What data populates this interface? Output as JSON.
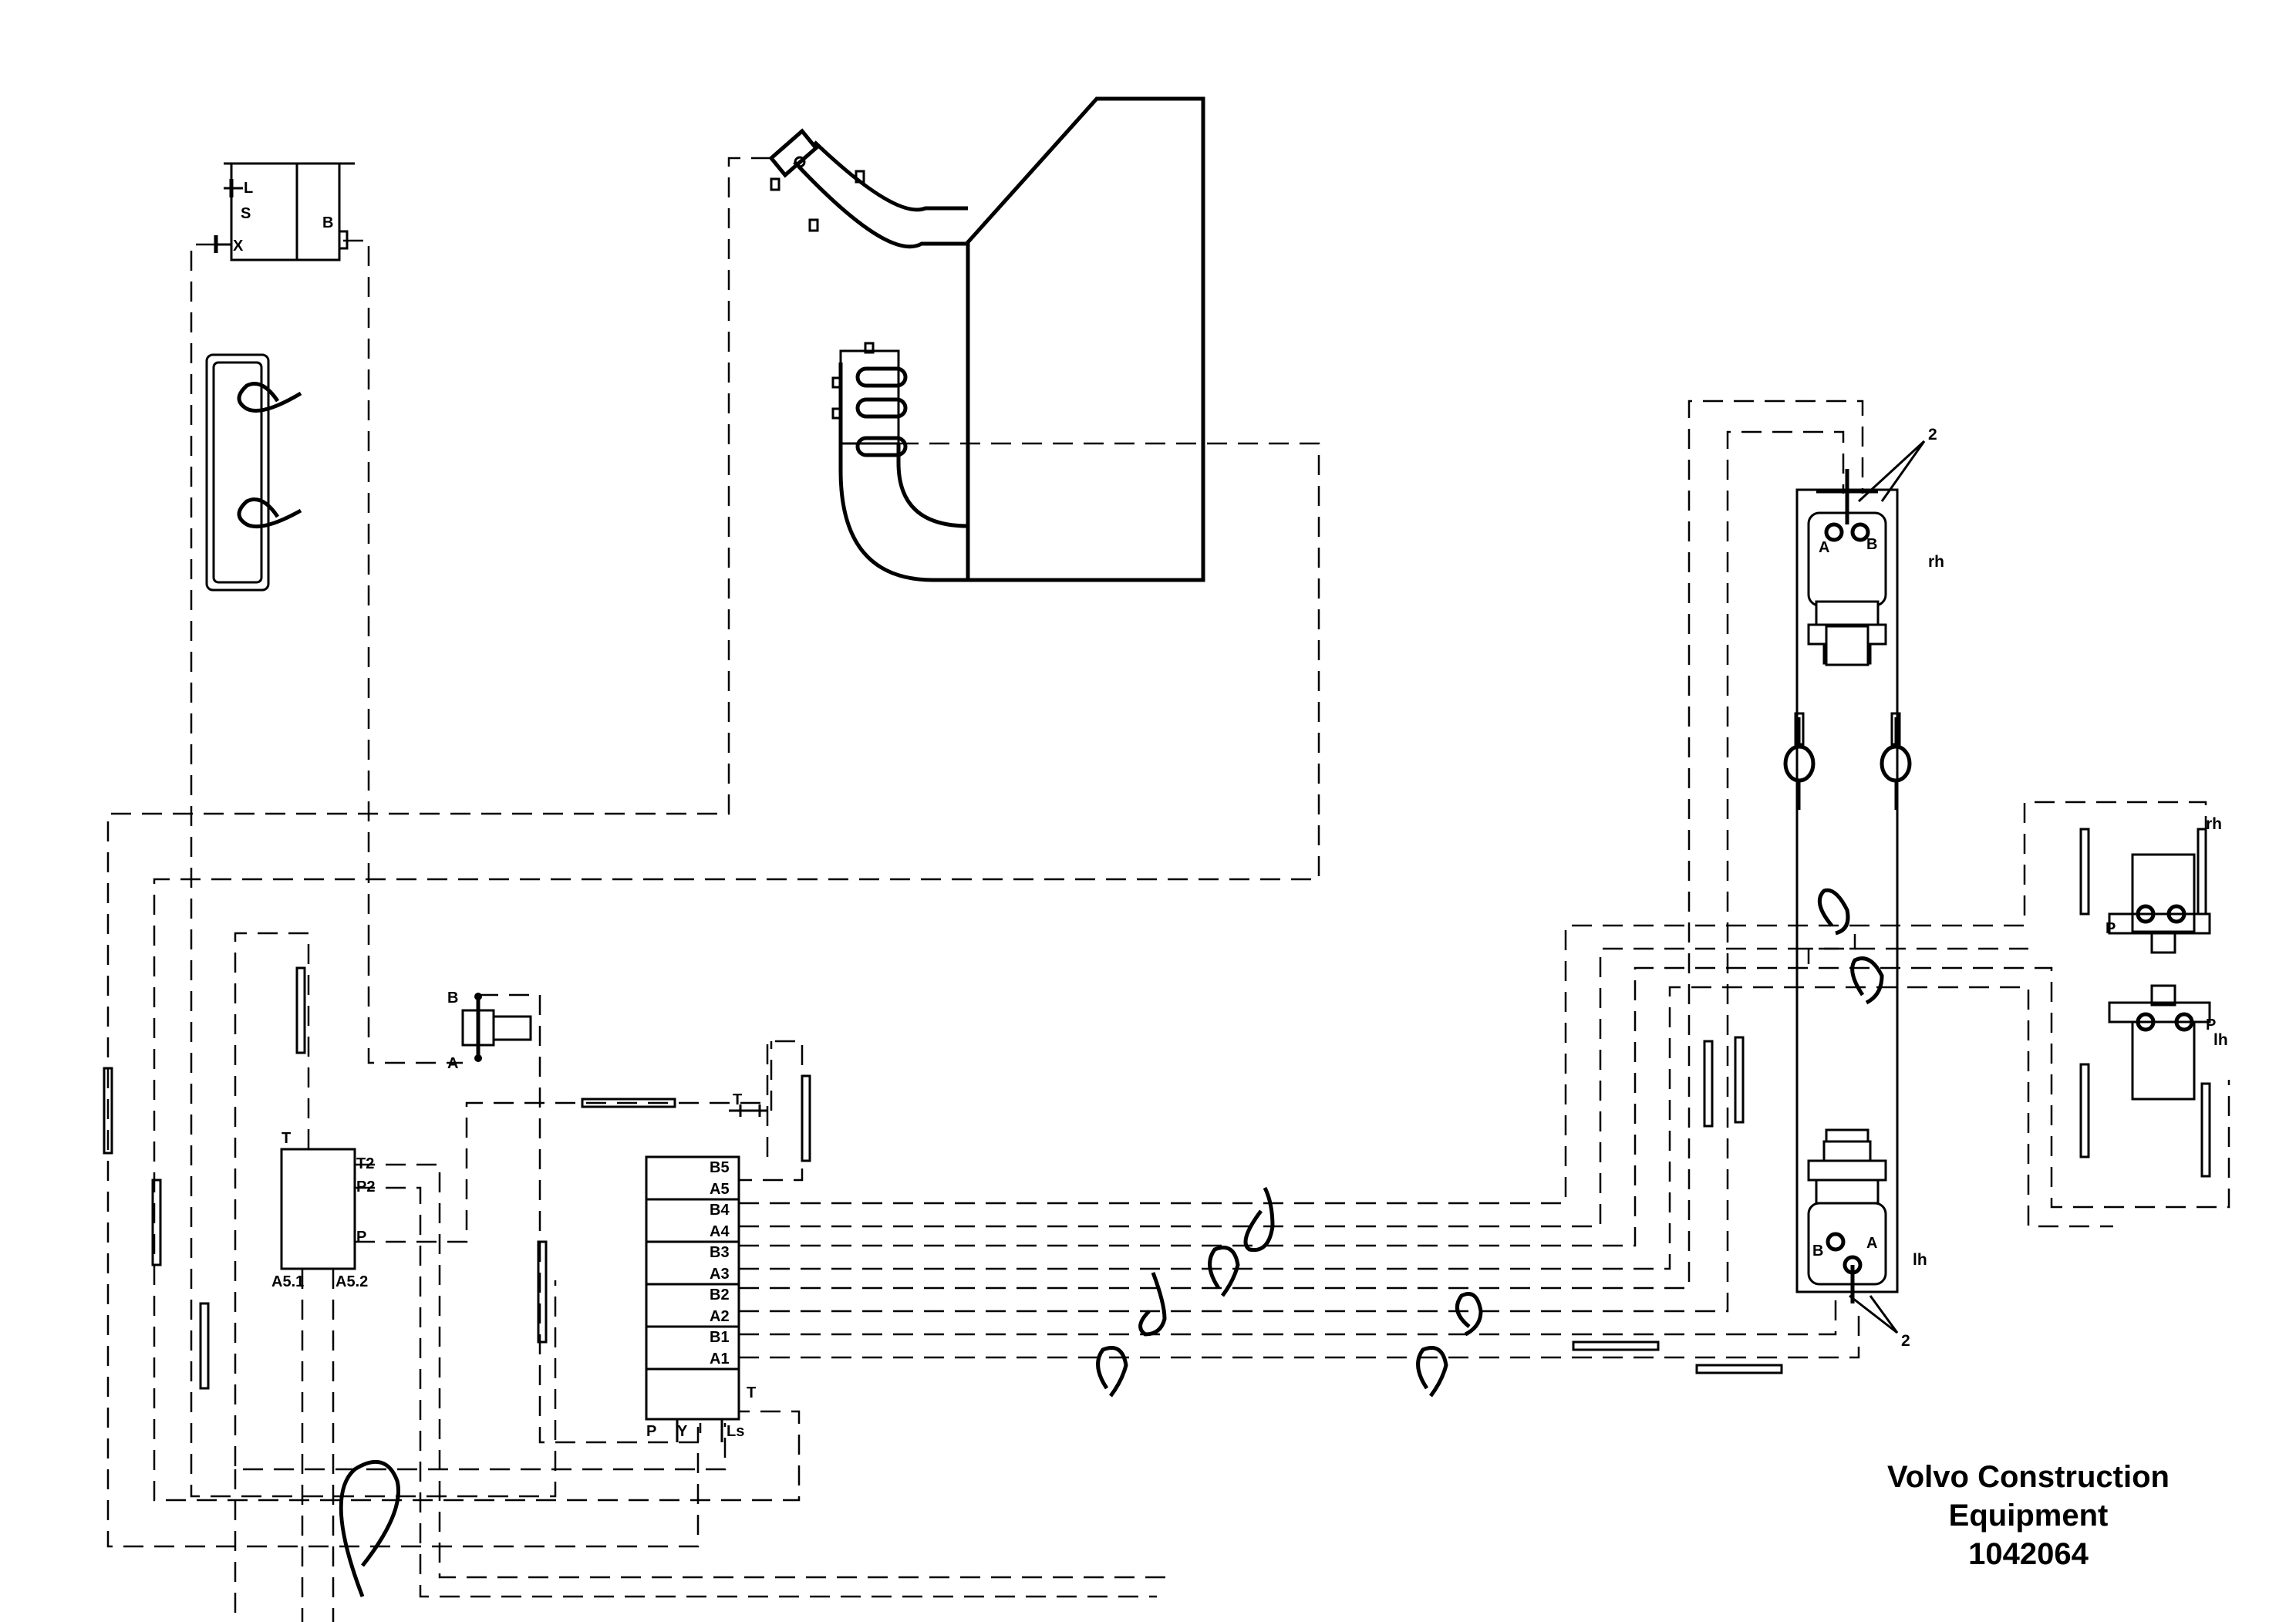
{
  "caption": {
    "company_line1": "Volvo Construction",
    "company_line2": "Equipment",
    "part_number": "1042064"
  },
  "labels": {
    "pilot_L": "L",
    "pilot_S": "S",
    "pilot_X": "X",
    "pilot_B": "B",
    "shuttle_B": "B",
    "shuttle_A": "A",
    "block_T": "T",
    "block_T2": "T2",
    "block_P2": "P2",
    "block_P": "P",
    "block_A51": "A5.1",
    "block_A52": "A5.2",
    "valve_B5": "B5",
    "valve_A5": "A5",
    "valve_B4": "B4",
    "valve_A4": "A4",
    "valve_B3": "B3",
    "valve_A3": "A3",
    "valve_B2": "B2",
    "valve_A2": "A2",
    "valve_B1": "B1",
    "valve_A1": "A1",
    "valve_T": "T",
    "valve_P": "P",
    "valve_Y": "Y",
    "valve_Ls": "Ls",
    "tee_T": "T",
    "motor_rh_A": "A",
    "motor_rh_B": "B",
    "motor_rh_side": "rh",
    "motor_lh_B": "B",
    "motor_lh_A": "A",
    "motor_lh_side": "lh",
    "callout_top": "2",
    "callout_bottom": "2",
    "cyl_rh": "rh",
    "cyl_rh_P": "P",
    "cyl_lh": "lh",
    "cyl_lh_P": "P"
  }
}
